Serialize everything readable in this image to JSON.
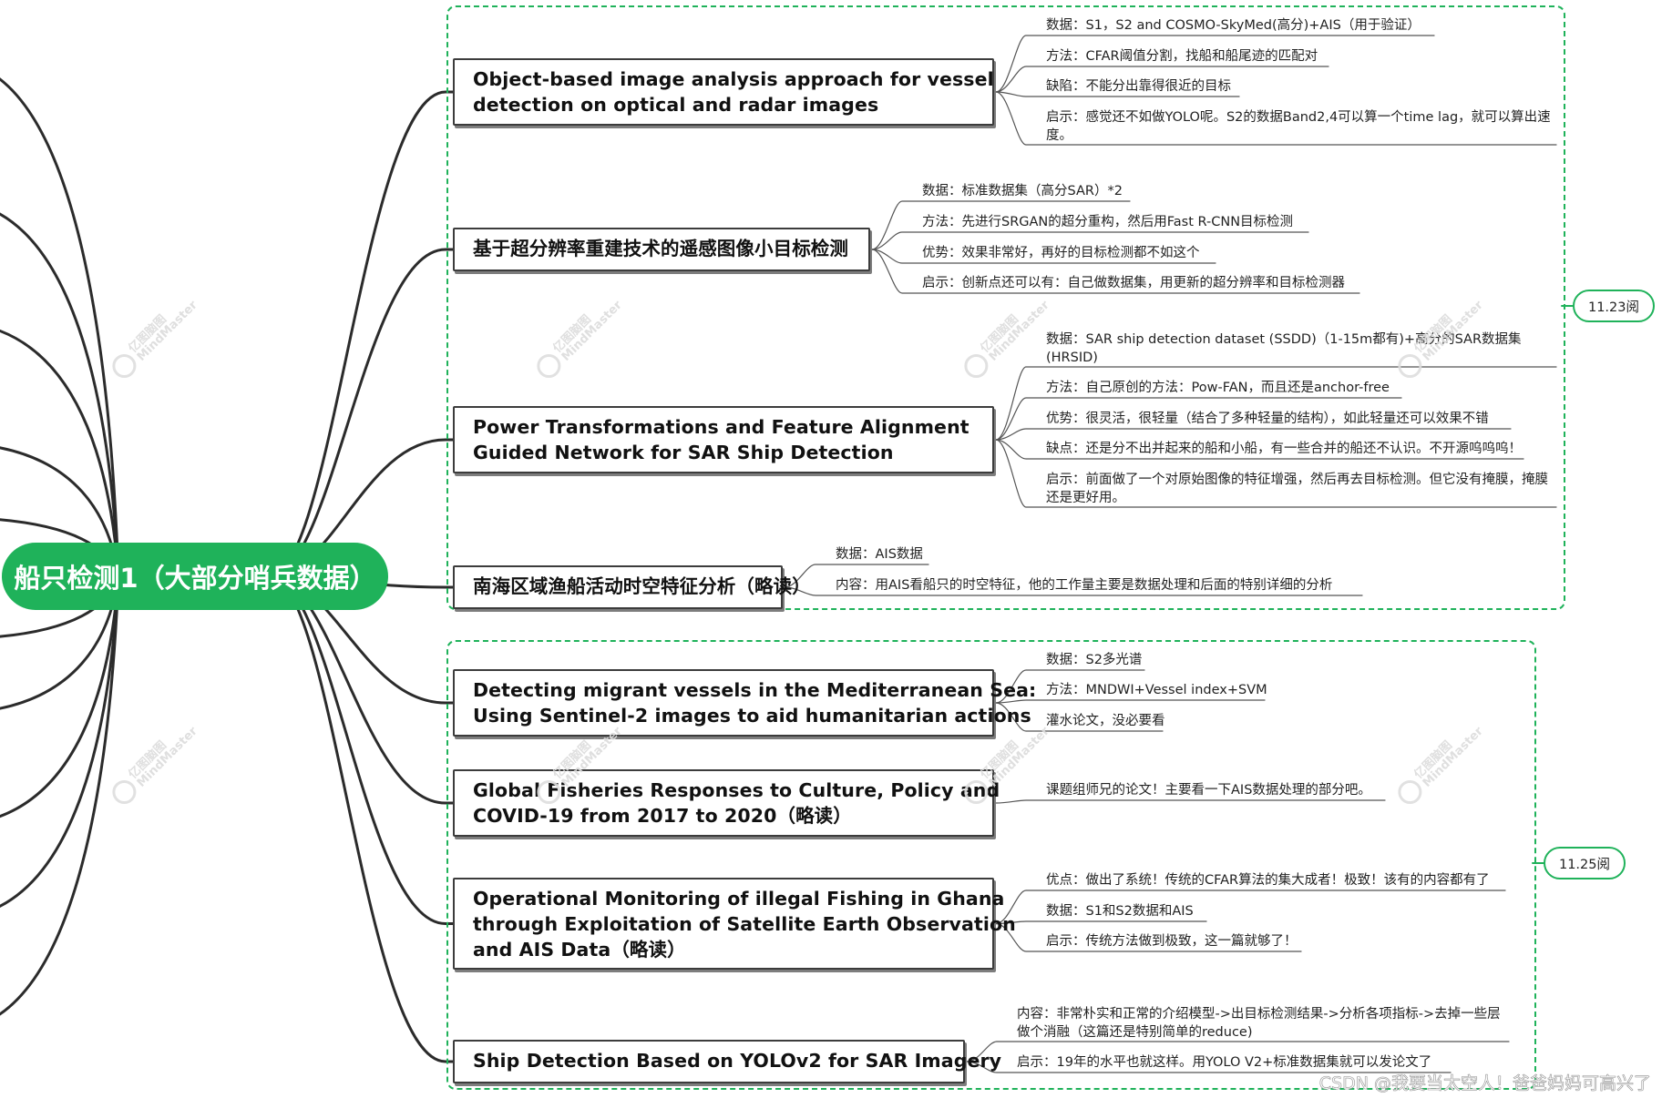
{
  "root": {
    "label": "船只检测1（大部分哨兵数据）"
  },
  "groups": [
    {
      "date": "11.23阅"
    },
    {
      "date": "11.25阅"
    }
  ],
  "papers": [
    {
      "title_lines": [
        "Object-based image analysis approach for vessel",
        "detection on optical and radar images"
      ],
      "notes": [
        "数据：S1，S2 and COSMO-SkyMed(高分)+AIS（用于验证）",
        "方法：CFAR阈值分割，找船和船尾迹的匹配对",
        "缺陷：不能分出靠得很近的目标",
        "启示：感觉还不如做YOLO呢。S2的数据Band2,4可以算一个time lag，就可以算出速度。"
      ]
    },
    {
      "title_lines": [
        "基于超分辨率重建技术的遥感图像小目标检测"
      ],
      "notes": [
        "数据：标准数据集（高分SAR）*2",
        "方法：先进行SRGAN的超分重构，然后用Fast R-CNN目标检测",
        "优势：效果非常好，再好的目标检测都不如这个",
        "启示：创新点还可以有：自己做数据集，用更新的超分辨率和目标检测器"
      ]
    },
    {
      "title_lines": [
        "Power Transformations and Feature Alignment",
        "Guided Network for SAR Ship Detection"
      ],
      "notes": [
        "数据：SAR ship detection dataset (SSDD)（1-15m都有)+高分的SAR数据集(HRSID)",
        "方法：自己原创的方法：Pow-FAN，而且还是anchor-free",
        "优势：很灵活，很轻量（结合了多种轻量的结构），如此轻量还可以效果不错",
        "缺点：还是分不出并起来的船和小船，有一些合并的船还不认识。不开源呜呜呜！",
        "启示：前面做了一个对原始图像的特征增强，然后再去目标检测。但它没有掩膜，掩膜还是更好用。"
      ]
    },
    {
      "title_lines": [
        "南海区域渔船活动时空特征分析（略读）"
      ],
      "notes": [
        "数据：AIS数据",
        "内容：用AIS看船只的时空特征，他的工作量主要是数据处理和后面的特别详细的分析"
      ]
    },
    {
      "title_lines": [
        "Detecting migrant vessels in the Mediterranean Sea:",
        "Using Sentinel-2 images to aid humanitarian actions"
      ],
      "notes": [
        "数据：S2多光谱",
        "方法：MNDWI+Vessel index+SVM",
        "灌水论文，没必要看"
      ]
    },
    {
      "title_lines": [
        "Global Fisheries Responses to Culture, Policy and",
        "COVID-19 from 2017 to 2020（略读）"
      ],
      "notes": [
        "课题组师兄的论文！主要看一下AIS数据处理的部分吧。"
      ]
    },
    {
      "title_lines": [
        "Operational Monitoring of illegal Fishing in Ghana",
        "through Exploitation of Satellite Earth Observation",
        "and AIS Data（略读）"
      ],
      "notes": [
        "优点：做出了系统！传统的CFAR算法的集大成者！极致！该有的内容都有了",
        "数据：S1和S2数据和AIS",
        "启示：传统方法做到极致，这一篇就够了！"
      ]
    },
    {
      "title_lines": [
        "Ship Detection Based on YOLOv2 for SAR Imagery"
      ],
      "notes": [
        "内容：非常朴实和正常的介绍模型->出目标检测结果->分析各项指标->去掉一些层做个消融（这篇还是特别简单的reduce)",
        "启示：19年的水平也就这样。用YOLO V2+标准数据集就可以发论文了"
      ]
    }
  ],
  "watermark": {
    "cn": "亿图脑图",
    "en": "MindMaster"
  },
  "credit": "CSDN @我要当太空人！爸爸妈妈可高兴了"
}
